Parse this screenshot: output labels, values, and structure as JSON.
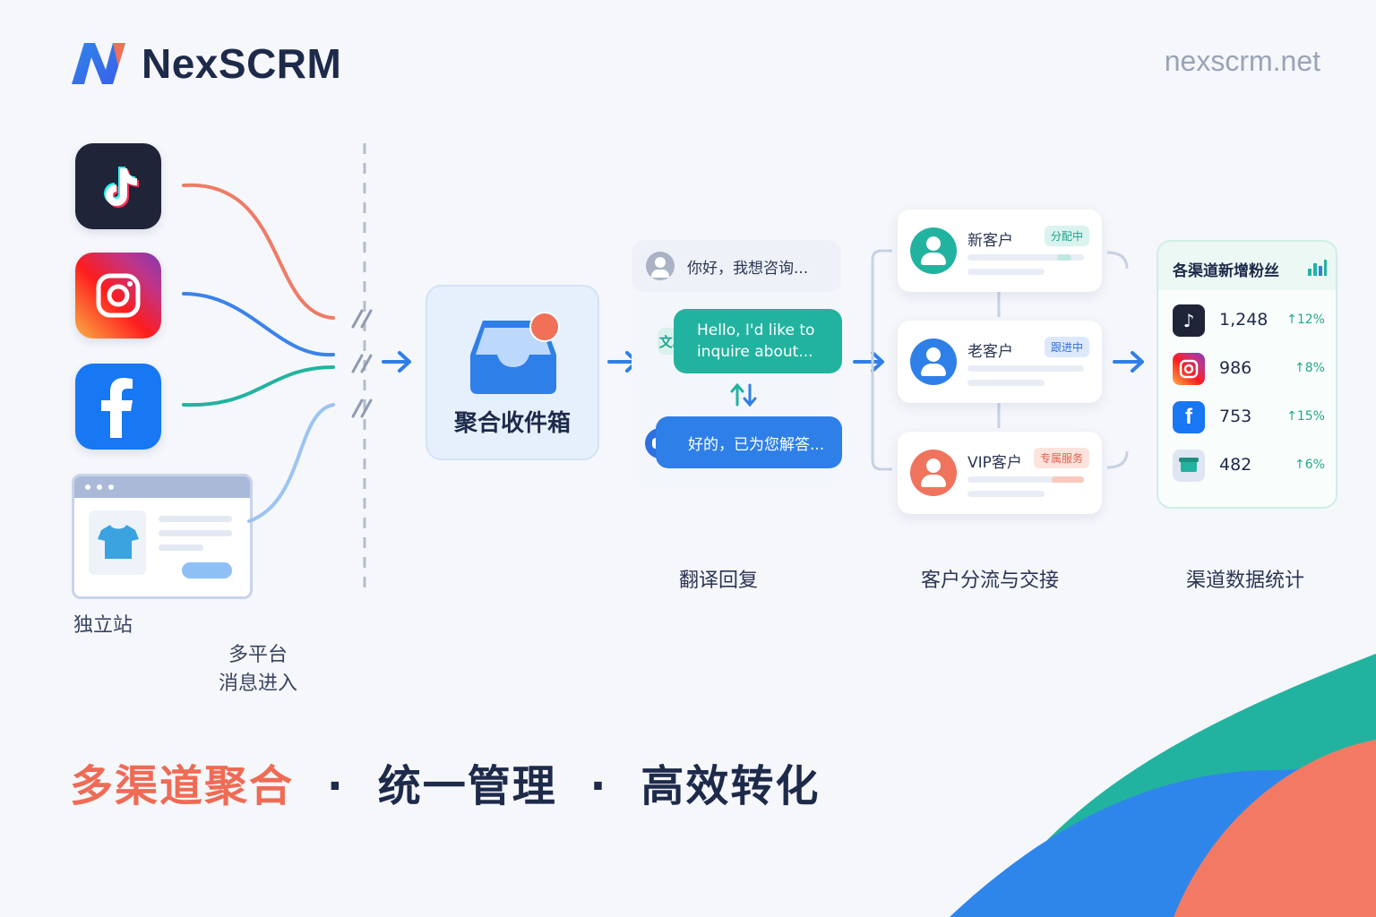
{
  "brand": {
    "name": "NexSCRM",
    "site": "nexscrm.net"
  },
  "sources": {
    "items": [
      {
        "name": "TikTok",
        "icon": "tiktok-icon"
      },
      {
        "name": "Instagram",
        "icon": "instagram-icon"
      },
      {
        "name": "Facebook",
        "icon": "facebook-icon"
      },
      {
        "name": "独立站",
        "icon": "website-icon"
      }
    ],
    "website_label": "独立站",
    "entry_caption_line1": "多平台",
    "entry_caption_line2": "消息进入"
  },
  "inbox": {
    "title": "聚合收件箱"
  },
  "translation": {
    "incoming": "你好，我想咨询...",
    "translated_line1": "Hello, I'd like to",
    "translated_line2": "inquire about...",
    "reply": "好的，已为您解答...",
    "caption": "翻译回复"
  },
  "routing": {
    "customers": [
      {
        "name": "新客户",
        "tag": "分配中",
        "color": "#22b3a0"
      },
      {
        "name": "老客户",
        "tag": "跟进中",
        "color": "#2f7fe8"
      },
      {
        "name": "VIP客户",
        "tag": "专属服务",
        "color": "#f0735e"
      }
    ],
    "caption": "客户分流与交接"
  },
  "stats": {
    "title": "各渠道新增粉丝",
    "rows": [
      {
        "channel": "TikTok",
        "value": "1,248",
        "change": "↑12%"
      },
      {
        "channel": "Instagram",
        "value": "986",
        "change": "↑8%"
      },
      {
        "channel": "Facebook",
        "value": "753",
        "change": "↑15%"
      },
      {
        "channel": "独立站",
        "value": "482",
        "change": "↑6%"
      }
    ],
    "caption": "渠道数据统计"
  },
  "slogan": {
    "part1": "多渠道聚合",
    "sep": "·",
    "part2": "统一管理",
    "part3": "高效转化"
  },
  "colors": {
    "accent_red": "#ef6b55",
    "accent_blue": "#2f7fe8",
    "accent_teal": "#22b3a0",
    "navy": "#1e2a4a"
  }
}
